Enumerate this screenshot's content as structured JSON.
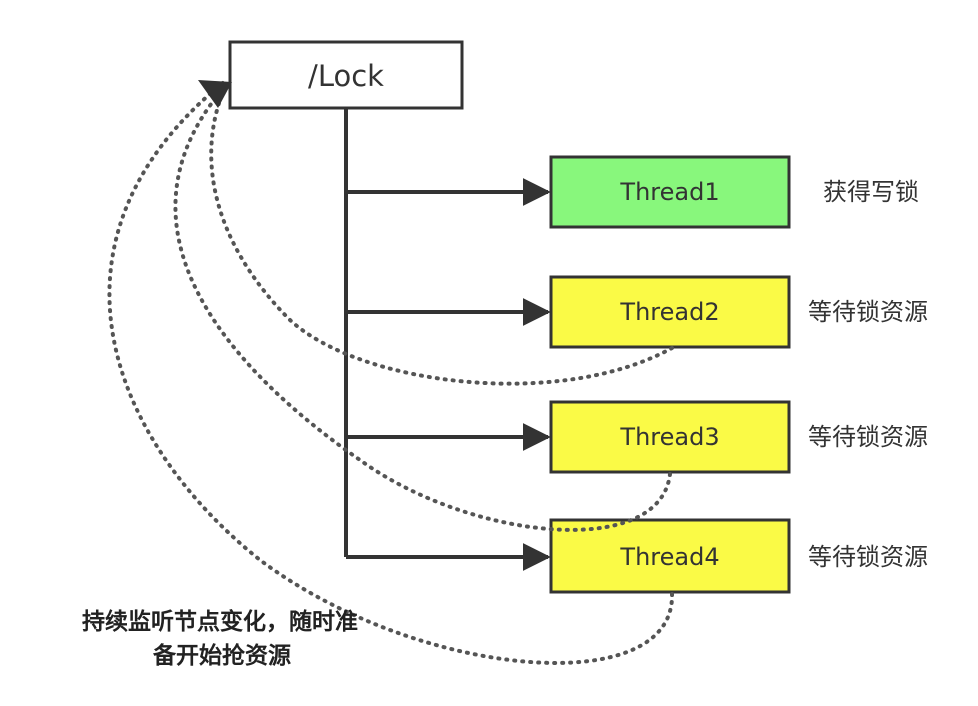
{
  "lock_node": {
    "label": "/Lock"
  },
  "threads": [
    {
      "label": "Thread1",
      "status": "获得写锁",
      "state": "holding",
      "color": "#88f77c"
    },
    {
      "label": "Thread2",
      "status": "等待锁资源",
      "state": "waiting",
      "color": "#fafa46"
    },
    {
      "label": "Thread3",
      "status": "等待锁资源",
      "state": "waiting",
      "color": "#fafa46"
    },
    {
      "label": "Thread4",
      "status": "等待锁资源",
      "state": "waiting",
      "color": "#fafa46"
    }
  ],
  "caption": {
    "line1": "持续监听节点变化，随时准",
    "line2": "备开始抢资源"
  },
  "colors": {
    "lock_fill": "#ffffff",
    "stroke": "#333333",
    "watch_line": "#555555"
  }
}
